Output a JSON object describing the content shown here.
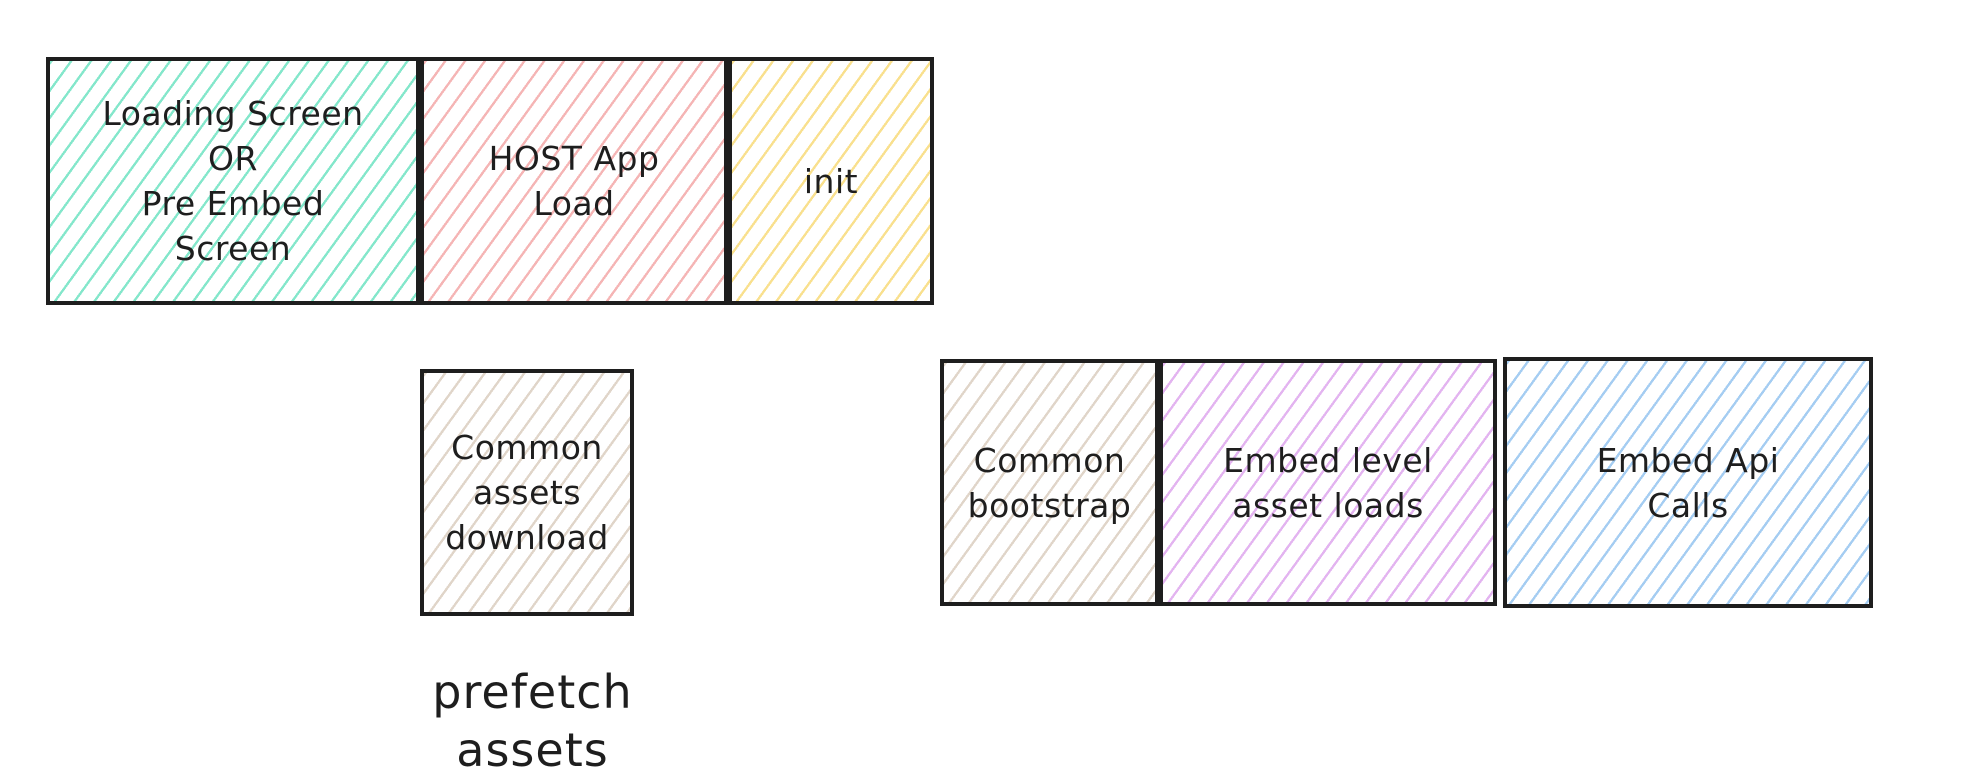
{
  "colors": {
    "ink": "#1e1e1e",
    "teal": "#84e7cb",
    "red": "#f5b5b5",
    "yellow": "#f9e08e",
    "tan": "#e0d5c9",
    "violet": "#e3b4f0",
    "blue": "#a5cdf2"
  },
  "boxes": [
    {
      "id": "loading-screen",
      "label": "Loading Screen\nOR\nPre Embed\nScreen",
      "hatch": "teal"
    },
    {
      "id": "host-app-load",
      "label": "HOST App\nLoad",
      "hatch": "red"
    },
    {
      "id": "init",
      "label": "init",
      "hatch": "yellow"
    },
    {
      "id": "common-assets-download",
      "label": "Common\nassets\ndownload",
      "hatch": "tan"
    },
    {
      "id": "common-bootstrap",
      "label": "Common\nbootstrap",
      "hatch": "tan"
    },
    {
      "id": "embed-level-asset-loads",
      "label": "Embed level\nasset loads",
      "hatch": "violet"
    },
    {
      "id": "embed-api-calls",
      "label": "Embed Api\nCalls",
      "hatch": "blue"
    }
  ],
  "annotations": {
    "prefetch_label": "prefetch assets"
  }
}
